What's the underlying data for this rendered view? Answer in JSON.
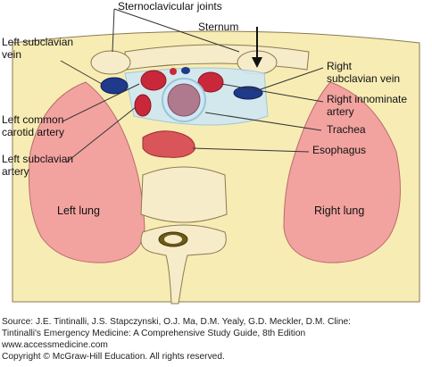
{
  "labels": {
    "sternoclavicular_joints": "Sternoclavicular joints",
    "sternum": "Sternum",
    "left_subclavian_vein": [
      "Left subclavian",
      "vein"
    ],
    "right_subclavian_vein": [
      "Right",
      "subclavian vein"
    ],
    "right_innominate_artery": [
      "Right innominate",
      "artery"
    ],
    "left_common_carotid_artery": [
      "Left common",
      "carotid artery"
    ],
    "trachea": "Trachea",
    "left_subclavian_artery": [
      "Left subclavian",
      "artery"
    ],
    "esophagus": "Esophagus",
    "left_lung": "Left lung",
    "right_lung": "Right lung"
  },
  "source": {
    "line1": "Source: J.E. Tintinalli, J.S. Stapczynski, O.J. Ma, D.M. Yealy, G.D. Meckler, D.M. Cline:",
    "line2": "Tintinalli's Emergency Medicine: A Comprehensive Study Guide, 8th Edition",
    "line3": "www.accessmedicine.com",
    "line4": "Copyright © McGraw-Hill Education.  All rights reserved."
  },
  "colors": {
    "background_tissue": "#f7ecb4",
    "lung": "#f2a3a0",
    "bone": "#f7ecc9",
    "artery": "#c8283a",
    "vein": "#1f3a8a",
    "trachea": "#b07a8e",
    "esophagus": "#d9555a",
    "pleura": "#cfe8f4"
  }
}
